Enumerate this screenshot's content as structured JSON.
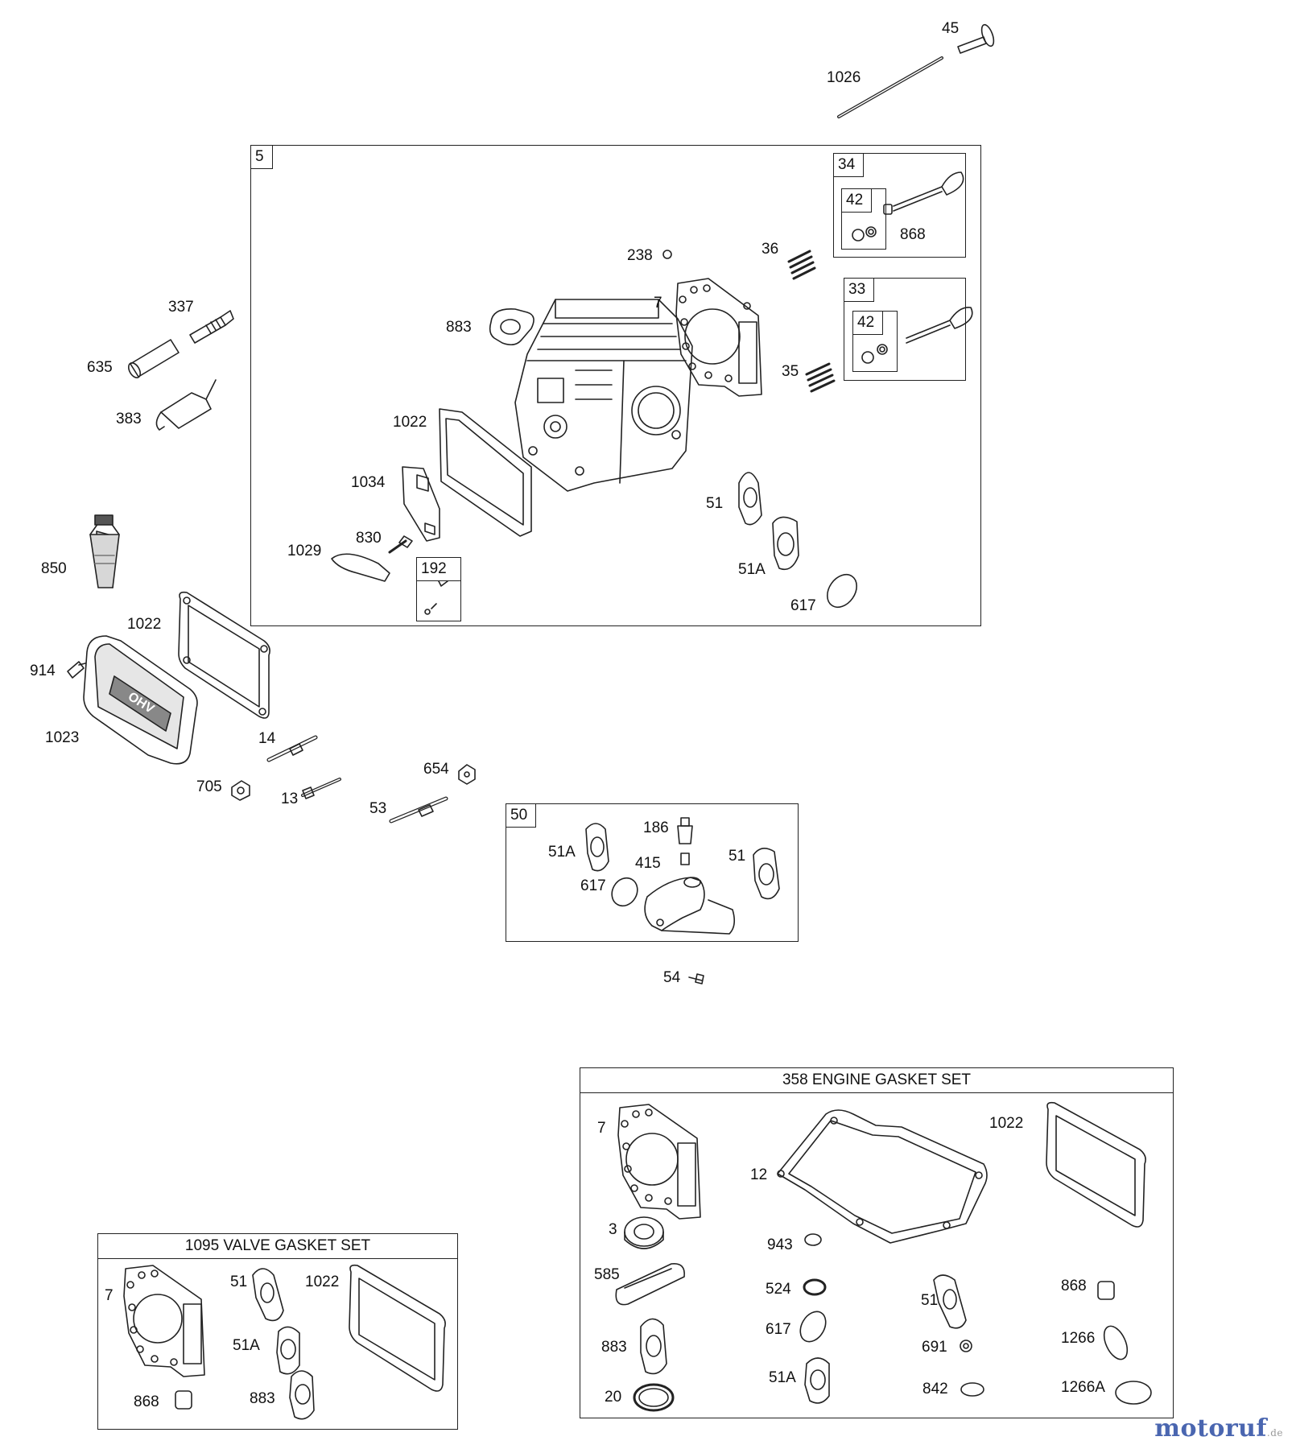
{
  "groups": {
    "cylinder_head": "5",
    "exhaust_valve": "34",
    "intake_valve": "33",
    "retainer_a": "42",
    "retainer_b": "42",
    "screw_kit": "192",
    "intake_kit": "50"
  },
  "sets": {
    "engine_gasket_set": "358 ENGINE GASKET SET",
    "valve_gasket_set": "1095 VALVE GASKET SET"
  },
  "parts": {
    "p45": "45",
    "p1026": "1026",
    "p238": "238",
    "p36": "36",
    "p868_a": "868",
    "p7_a": "7",
    "p883_a": "883",
    "p35": "35",
    "p337": "337",
    "p635": "635",
    "p383": "383",
    "p1022_a": "1022",
    "p1034": "1034",
    "p51_a": "51",
    "p830": "830",
    "p1029": "1029",
    "p51A_a": "51A",
    "p617_a": "617",
    "p850": "850",
    "p1022_b": "1022",
    "p914": "914",
    "p1023": "1023",
    "p14": "14",
    "p705": "705",
    "p13": "13",
    "p654": "654",
    "p53": "53",
    "p186": "186",
    "p51A_b": "51A",
    "p415": "415",
    "p51_b": "51",
    "p617_b": "617",
    "p54": "54",
    "eg_7": "7",
    "eg_1022": "1022",
    "eg_12": "12",
    "eg_3": "3",
    "eg_943": "943",
    "eg_585": "585",
    "eg_524": "524",
    "eg_51": "51",
    "eg_868": "868",
    "eg_617": "617",
    "eg_883": "883",
    "eg_691": "691",
    "eg_1266": "1266",
    "eg_51A": "51A",
    "eg_20": "20",
    "eg_842": "842",
    "eg_1266A": "1266A",
    "vg_7": "7",
    "vg_51": "51",
    "vg_1022": "1022",
    "vg_51A": "51A",
    "vg_868": "868",
    "vg_883": "883"
  },
  "watermark": {
    "brand": "motoruf",
    "tld": ".de",
    "color": "#4a66b0"
  },
  "icons": [
    "valve",
    "push-rod",
    "cylinder-head",
    "head-gasket",
    "valve-spring",
    "spark-plug",
    "breather",
    "sealant-tube",
    "valve-cover",
    "stud",
    "nut",
    "intake-elbow",
    "o-ring",
    "oil-seal",
    "crankcase-gasket"
  ]
}
